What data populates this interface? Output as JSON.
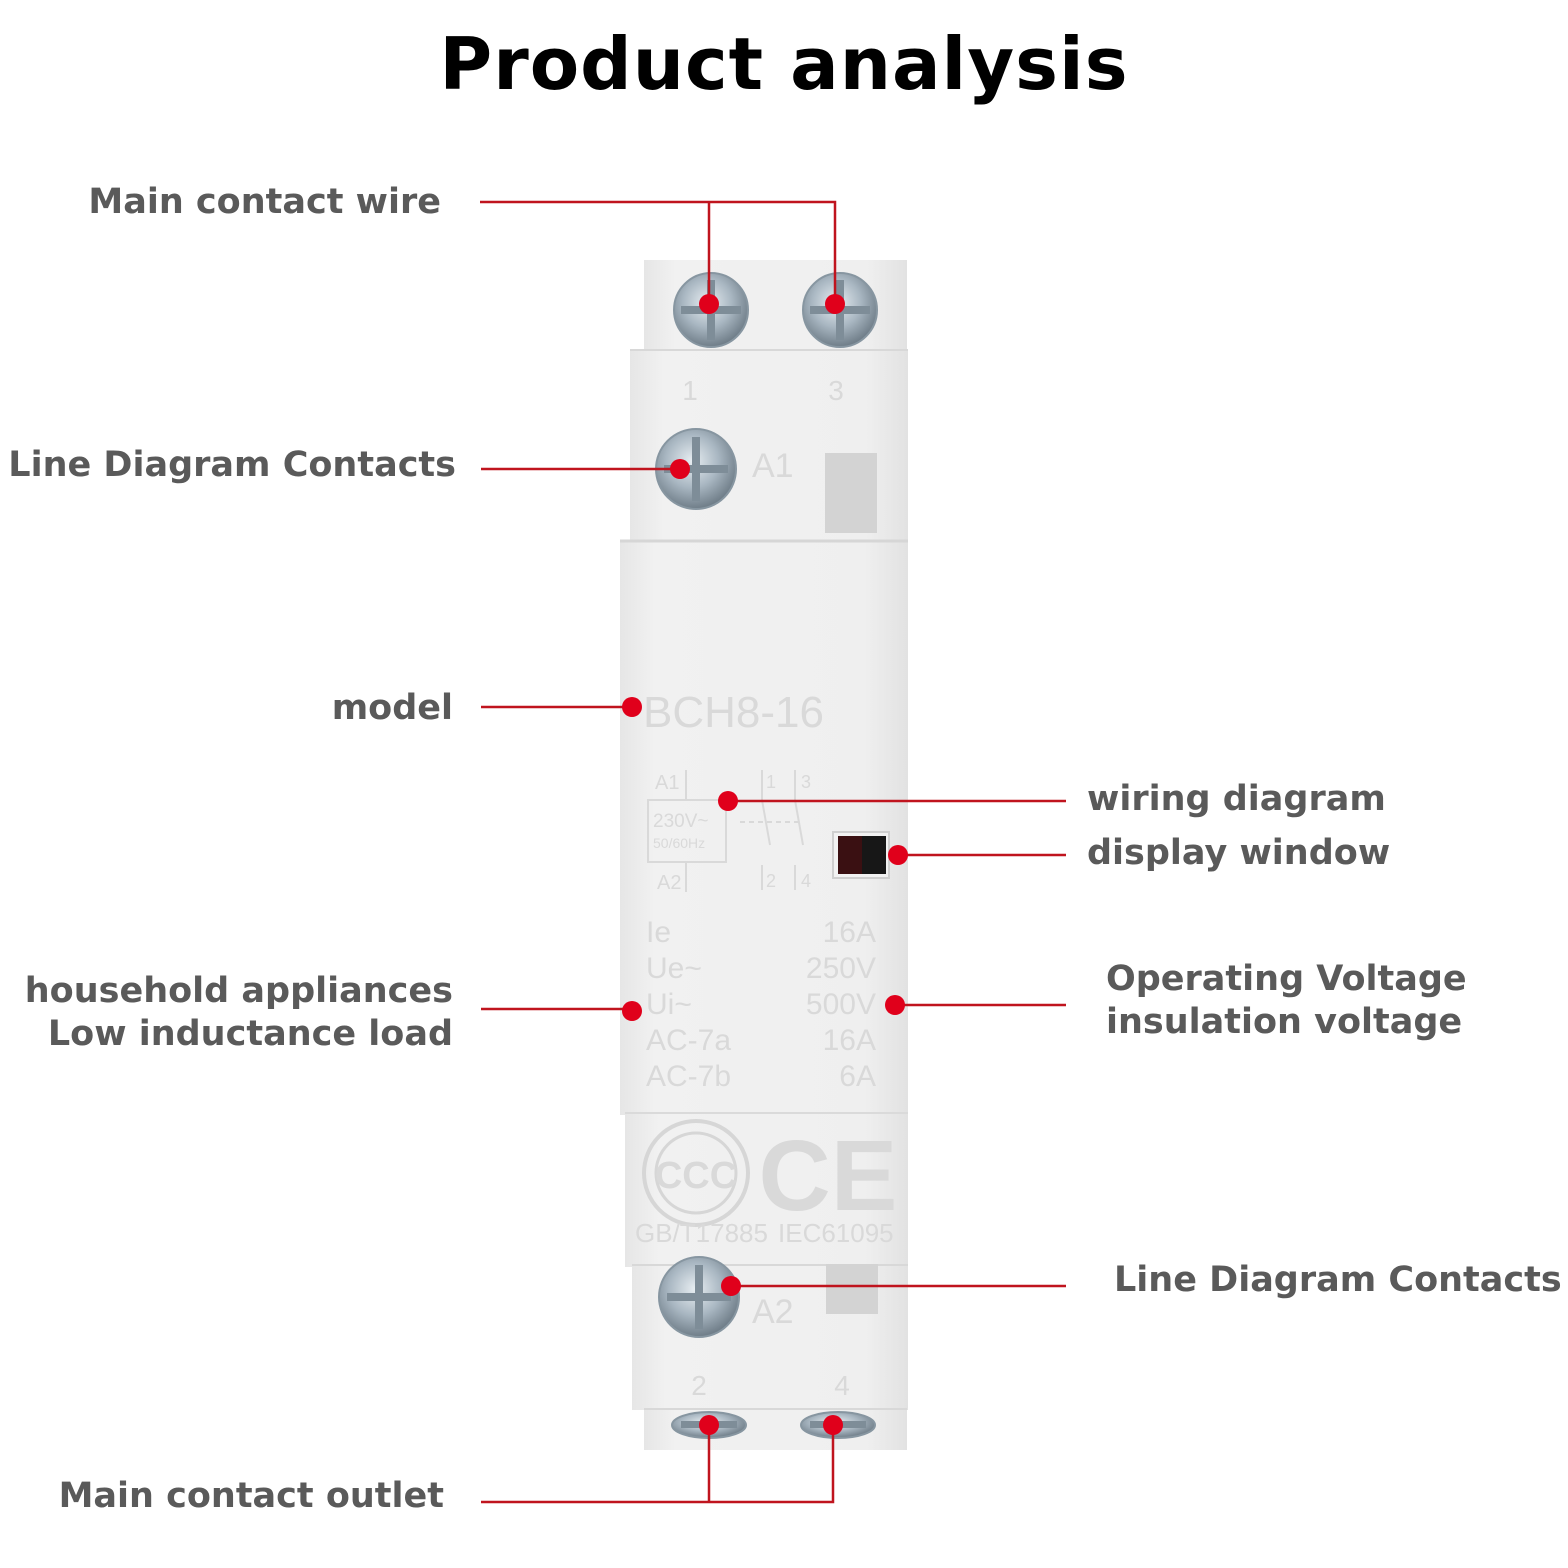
{
  "title": "Product analysis",
  "colors": {
    "leader": "#c0141e",
    "dot": "#e0001b",
    "label": "#5a5a5a",
    "body": "#eeeeee"
  },
  "callouts": {
    "main_contact_wire": "Main contact wire",
    "line_diagram_contacts_top": "Line Diagram Contacts",
    "model": "model",
    "wiring_diagram": "wiring diagram",
    "display_window": "display window",
    "household_appliances": "household appliances",
    "low_inductance_load": "Low inductance load",
    "operating_voltage": "Operating Voltage",
    "insulation_voltage": "insulation voltage",
    "line_diagram_contacts_bottom": "Line Diagram Contacts",
    "main_contact_outlet": "Main contact outlet"
  },
  "device": {
    "model": "BCH8-16",
    "terminal_top_left": "1",
    "terminal_top_right": "3",
    "terminal_bottom_left": "2",
    "terminal_bottom_right": "4",
    "coil_top": "A1",
    "coil_bottom": "A2",
    "schematic": {
      "a1": "A1",
      "a2": "A2",
      "voltage": "230V~",
      "frequency": "50/60Hz",
      "c1": "1",
      "c2": "2",
      "c3": "3",
      "c4": "4"
    },
    "ratings": [
      {
        "label": "Ie",
        "value": "16A"
      },
      {
        "label": "Ue~",
        "value": "250V"
      },
      {
        "label": "Ui~",
        "value": "500V"
      },
      {
        "label": "AC-7a",
        "value": "16A"
      },
      {
        "label": "AC-7b",
        "value": "6A"
      }
    ],
    "standards": {
      "left": "GB/T17885",
      "right": "IEC61095"
    },
    "cert_ccc": "CCC",
    "cert_ce": "CE"
  }
}
